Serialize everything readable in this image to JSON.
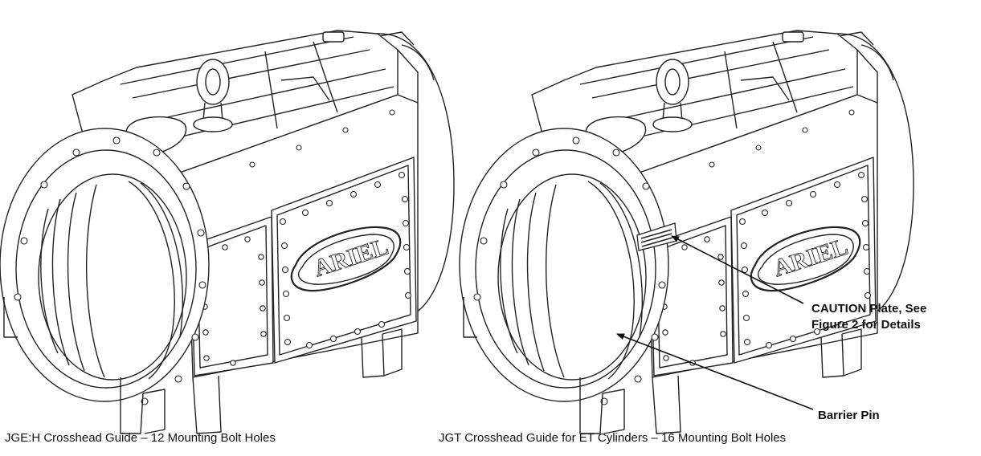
{
  "figures": [
    {
      "caption": "JGE:H Crosshead Guide – 12 Mounting Bolt Holes",
      "logo_text": "ARIEL"
    },
    {
      "caption": "JGT Crosshead Guide for ET Cylinders – 16 Mounting Bolt Holes",
      "logo_text": "ARIEL"
    }
  ],
  "callouts": {
    "caution_line1": "CAUTION Plate, See",
    "caution_line2": "Figure 2 for Details",
    "barrier_pin": "Barrier Pin"
  }
}
